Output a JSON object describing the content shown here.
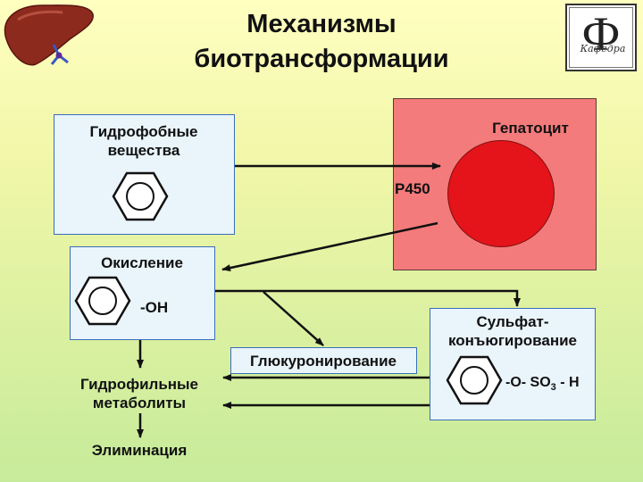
{
  "title": {
    "line1": "Механизмы",
    "line2": "биотрансформации"
  },
  "boxes": {
    "hydrophobic": {
      "line1": "Гидрофобные",
      "line2": "вещества"
    },
    "hepatocyte": {
      "label": "Гепатоцит",
      "enzyme": "P450"
    },
    "oxidation": {
      "label": "Окисление",
      "group": "-OH"
    },
    "glucuronidation": {
      "label": "Глюкуронирование"
    },
    "sulfate": {
      "line1": "Сульфат-",
      "line2": "конъюгирование",
      "group_prefix": "-O- SO",
      "group_sub": "3",
      "group_suffix": " - H"
    }
  },
  "hydrophilic": {
    "line1": "Гидрофильные",
    "line2": "метаболиты"
  },
  "elimination": "Элиминация",
  "logo": {
    "letter": "Ф",
    "script": "Кафедра"
  },
  "colors": {
    "hepatocyte_fill": "#f47b7b",
    "nucleus_fill": "#e4141a",
    "box_border": "#3a6fb7",
    "box_fill": "#e9f4fb"
  },
  "icons": [
    "liver-icon",
    "benzene-ring-icon",
    "department-logo-icon"
  ]
}
